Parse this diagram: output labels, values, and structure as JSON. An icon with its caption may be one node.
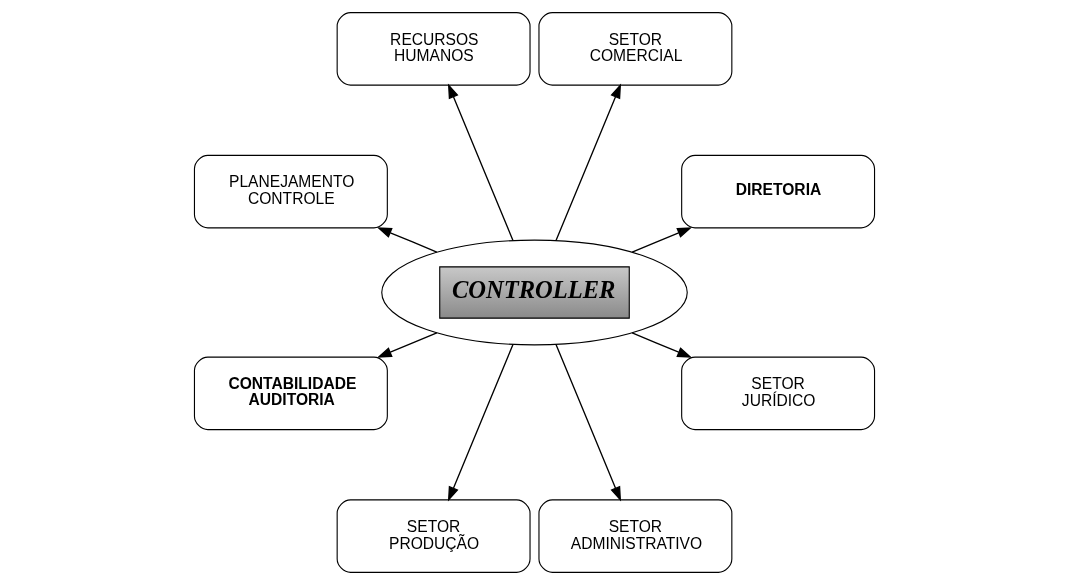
{
  "diagram": {
    "nodes": [
      {
        "text": [
          "DIRETORIA"
        ]
      },
      {
        "text": [
          "SETOR COMERCIAL"
        ]
      },
      {
        "text": [
          "RECURSOS HUMANOS"
        ]
      },
      {
        "text": [
          "PLANEJAMENTO CONTROLE"
        ]
      },
      {
        "text": [
          "CONTROLLER"
        ]
      },
      {
        "text": [
          "CONTABILIDADE AUDITORIA"
        ]
      },
      {
        "text": [
          "SETOR PRODUÇÃO"
        ]
      },
      {
        "text": [
          "SETOR ADMINISTRATIVO"
        ]
      },
      {
        "text": [
          "SETOR JURÍDICO"
        ]
      }
    ],
    "edges": [
      {
        "from": 4,
        "to": 0,
        "arrow": "to"
      },
      {
        "from": 4,
        "to": 1,
        "arrow": "to"
      },
      {
        "from": 4,
        "to": 2,
        "arrow": "to"
      },
      {
        "from": 4,
        "to": 3,
        "arrow": "to"
      },
      {
        "from": 4,
        "to": 5,
        "arrow": "to"
      },
      {
        "from": 4,
        "to": 6,
        "arrow": "to"
      },
      {
        "from": 4,
        "to": 7,
        "arrow": "to"
      },
      {
        "from": 4,
        "to": 8,
        "arrow": "to"
      }
    ]
  }
}
